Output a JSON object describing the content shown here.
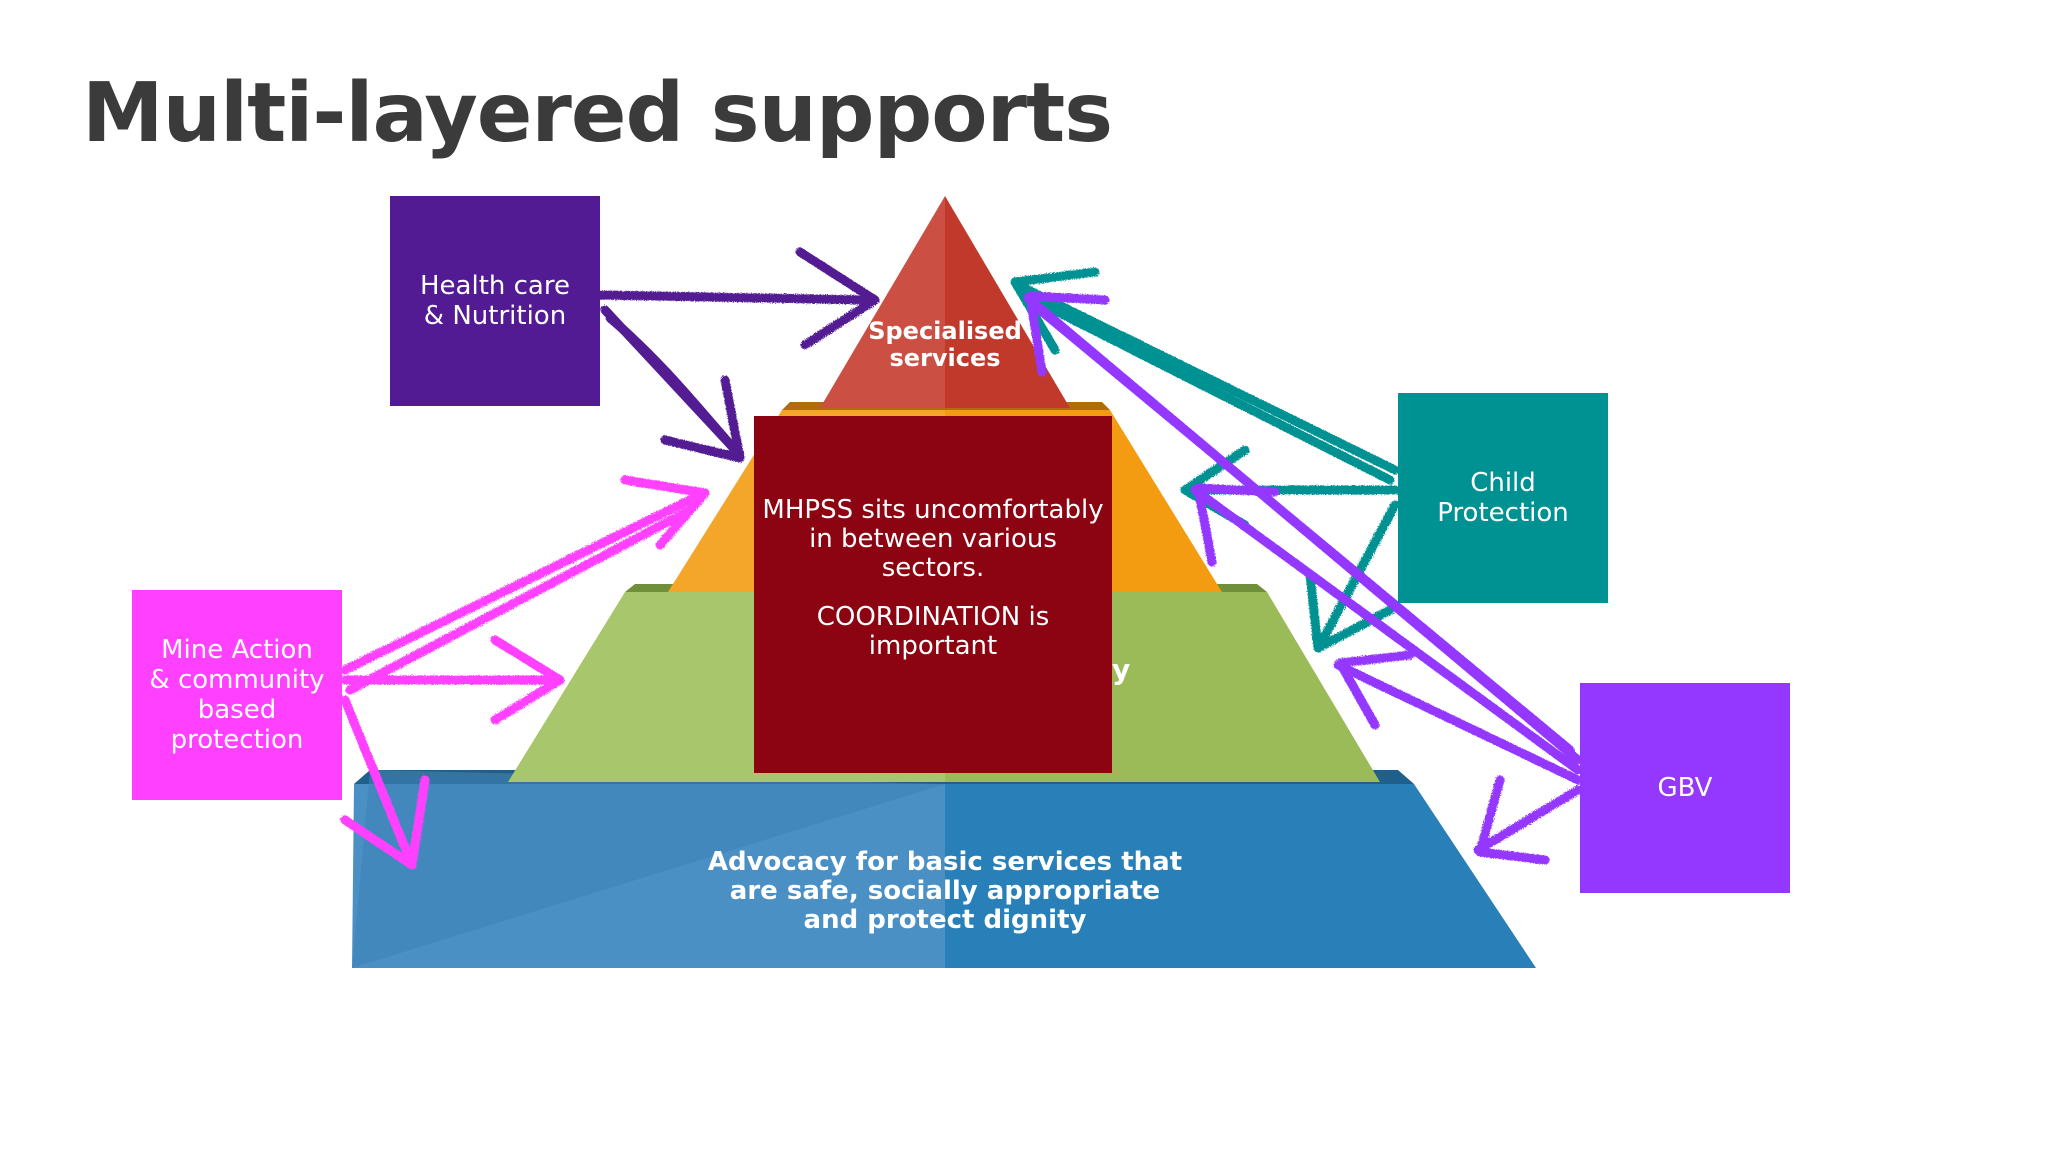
{
  "slide": {
    "title": "Multi-layered supports"
  },
  "pyramid": {
    "top_label": "Specialised services",
    "hidden_fragment": "y",
    "base_label": "Advocacy for basic services that are safe, socially appropriate and protect dignity",
    "colors": {
      "top": "#c0392b",
      "second": "#f39c12",
      "third": "#9bbb59",
      "base": "#2980b9"
    }
  },
  "center_box": {
    "line1": "MHPSS sits uncomfortably in between various sectors.",
    "line2": "COORDINATION is important",
    "color": "#8c0311"
  },
  "sectors": {
    "health": {
      "label": "Health  care\n& Nutrition",
      "color": "#531b93"
    },
    "mine_action": {
      "label": "Mine Action\n& community\nbased\nprotection",
      "color": "#ff40ff"
    },
    "child_protection": {
      "label": "Child\nProtection",
      "color": "#009193"
    },
    "gbv": {
      "label": "GBV",
      "color": "#9437ff"
    }
  }
}
